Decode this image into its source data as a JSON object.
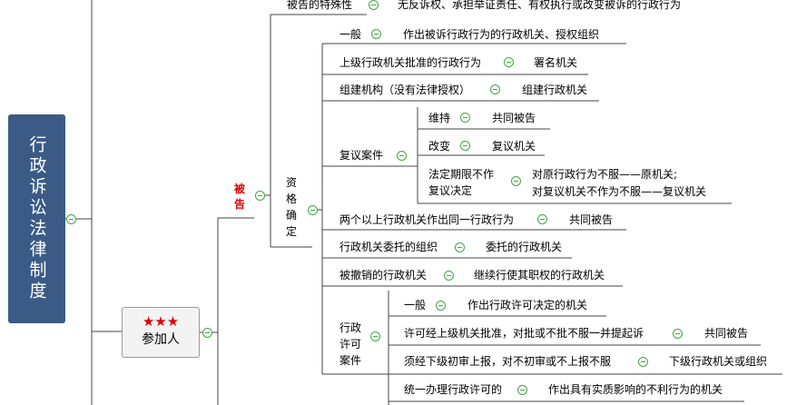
{
  "root": {
    "label": "行政诉讼法律制度"
  },
  "participants": {
    "stars": "★★★",
    "label": "参加人"
  },
  "defendant": {
    "label": "被告",
    "specialty": {
      "label": "被告的特殊性",
      "value": "无反诉权、承担举证责任、有权执行或改变被诉的行政行为"
    },
    "qualification": {
      "label": "资格确定",
      "items": [
        {
          "label": "一般",
          "value": "作出被诉行政行为的行政机关、授权组织"
        },
        {
          "label": "上级行政机关批准的行政行为",
          "value": "署名机关"
        },
        {
          "label": "组建机构（没有法律授权）",
          "value": "组建行政机关"
        },
        {
          "label": "复议案件",
          "children": [
            {
              "label": "维持",
              "value": "共同被告"
            },
            {
              "label": "改变",
              "value": "复议机关"
            },
            {
              "label": "法定期限不作复议决定",
              "value_lines": [
                "对原行政行为不服——原机关;",
                "对复议机关不作为不服——复议机关"
              ]
            }
          ]
        },
        {
          "label": "两个以上行政机关作出同一行政行为",
          "value": "共同被告"
        },
        {
          "label": "行政机关委托的组织",
          "value": "委托的行政机关"
        },
        {
          "label": "被撤销的行政机关",
          "value": "继续行使其职权的行政机关"
        },
        {
          "label": "行政许可案件",
          "children": [
            {
              "label": "一般",
              "value": "作出行政许可决定的机关"
            },
            {
              "label": "许可经上级机关批准，对批或不批不服一并提起诉",
              "value": "共同被告"
            },
            {
              "label": "须经下级初审上报，对不初审或不上报不服",
              "value": "下级行政机关或组织"
            },
            {
              "label": "统一办理行政许可的",
              "value": "作出具有实质影响的不利行为的机关"
            }
          ]
        }
      ]
    }
  }
}
